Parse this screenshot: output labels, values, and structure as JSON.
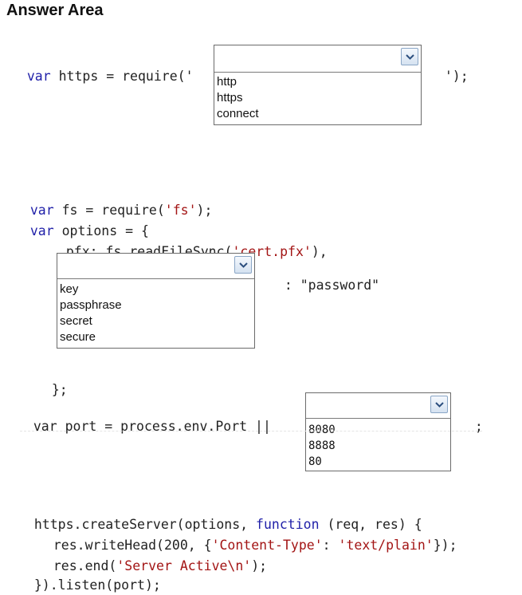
{
  "title": "Answer Area",
  "code": {
    "kw_var": "var",
    "line1_a": "https = require('",
    "line1_b": "');",
    "line2_b": "fs = require(",
    "line2_str": "'fs'",
    "line2_c": ");",
    "line3_b": "options = {",
    "line4_a": "pfx: fs.readFileSync(",
    "line4_str": "'cert.pfx'",
    "line4_c": "),",
    "line5": ": \"password\"",
    "line6": "};",
    "line7_a": "var port = process.env.Port ||",
    "line7_b": ";",
    "line8_a": "https.createServer(options, ",
    "line8_kw": "function",
    "line8_b": " (req, res) {",
    "line9_a": "res.writeHead(200, {",
    "line9_str1": "'Content-Type'",
    "line9_mid": ": ",
    "line9_str2": "'text/plain'",
    "line9_c": "});",
    "line10_a": "res.end(",
    "line10_str": "'Server Active\\n'",
    "line10_c": ");",
    "line11": "}).listen(port);"
  },
  "dropdown1": {
    "value": "",
    "options": [
      "http",
      "https",
      "connect"
    ]
  },
  "dropdown2": {
    "value": "",
    "options": [
      "key",
      "passphrase",
      "secret",
      "secure"
    ]
  },
  "dropdown3": {
    "value": "",
    "options": [
      "8080",
      "8888",
      "80"
    ]
  },
  "colors": {
    "keyword": "#1f1fa8",
    "string": "#a31515",
    "dropdown_border": "#6b6b6b"
  }
}
